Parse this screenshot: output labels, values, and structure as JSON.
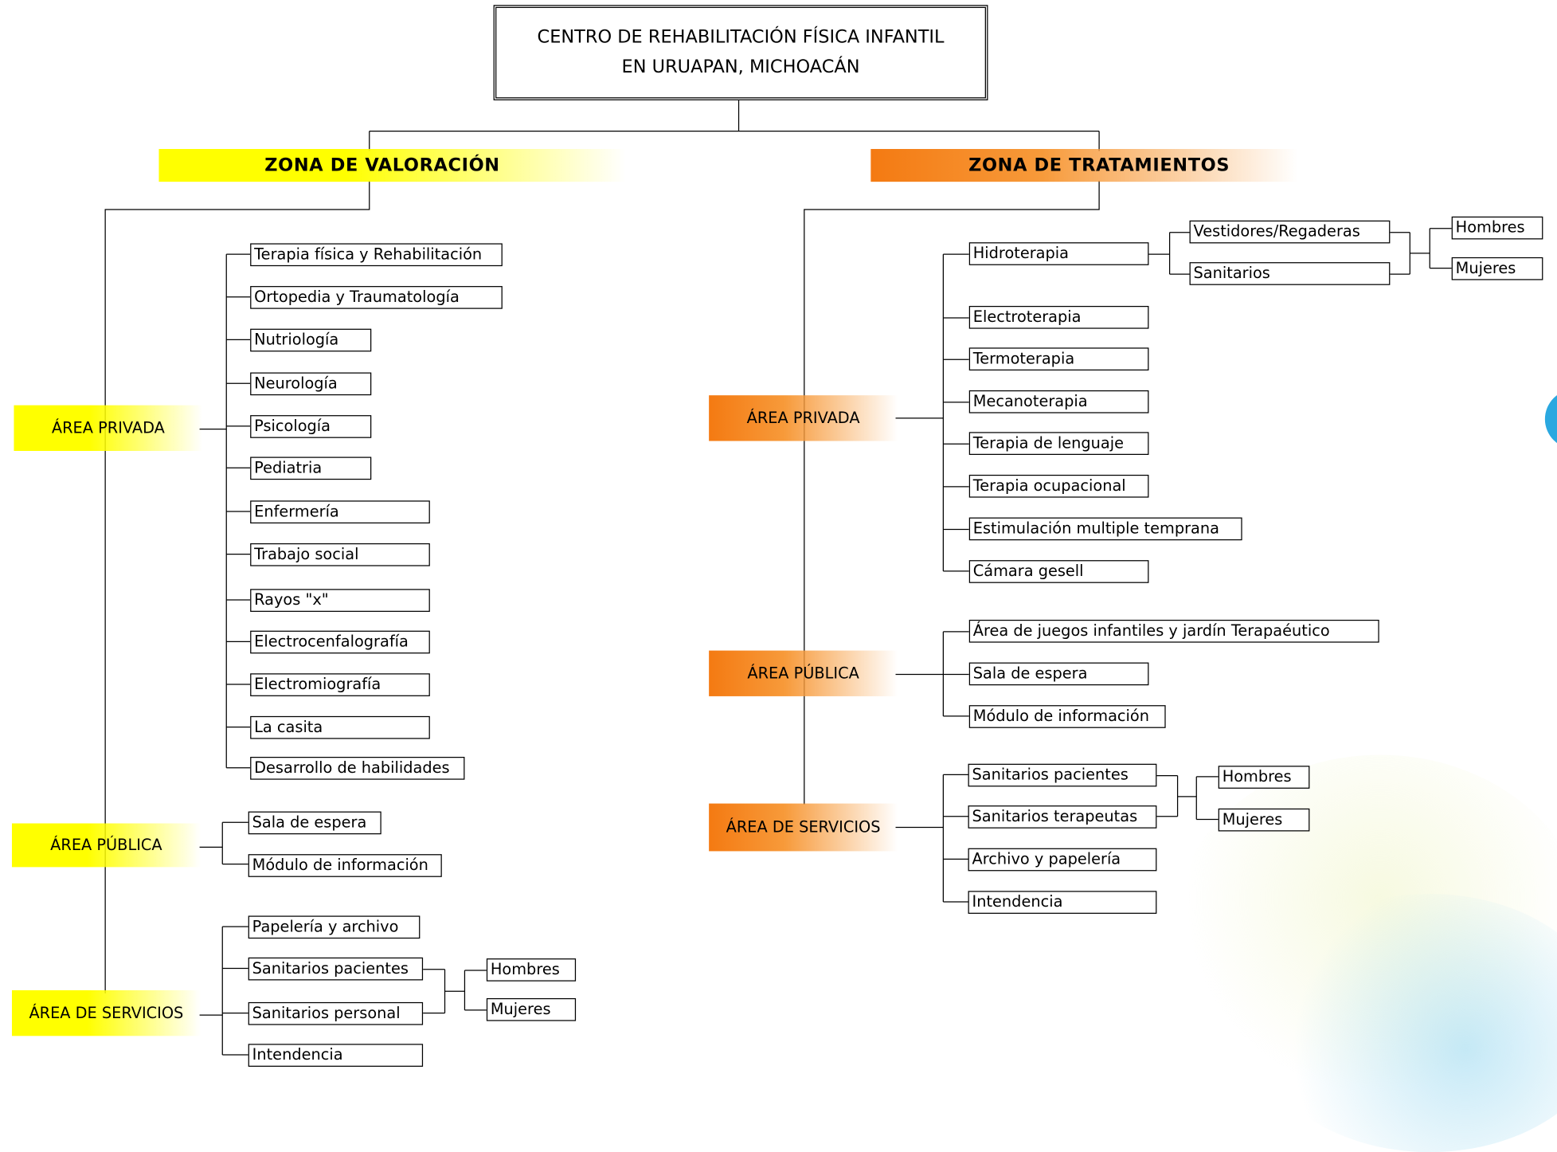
{
  "title": {
    "line1": "CENTRO DE REHABILITACIÓN FÍSICA INFANTIL",
    "line2": "EN URUAPAN, MICHOACÁN"
  },
  "colors": {
    "yellow": "#ffff00",
    "orange": "#f47a12",
    "line": "#000000"
  },
  "zona_valoracion": {
    "label": "ZONA DE VALORACIÓN",
    "area_privada": {
      "label": "ÁREA PRIVADA",
      "items": [
        "Terapia física y Rehabilitación",
        "Ortopedia y Traumatología",
        "Nutriología",
        "Neurología",
        "Psicología",
        "Pediatria",
        "Enfermería",
        "Trabajo social",
        "Rayos \"x\"",
        "Electrocenfalografía",
        "Electromiografía",
        "La casita",
        "Desarrollo de habilidades"
      ]
    },
    "area_publica": {
      "label": "ÁREA PÚBLICA",
      "items": [
        "Sala de espera",
        "Módulo de información"
      ]
    },
    "area_servicios": {
      "label": "ÁREA DE SERVICIOS",
      "items": [
        "Papelería y archivo",
        "Sanitarios pacientes",
        "Sanitarios personal",
        "Intendencia"
      ],
      "sub": [
        "Hombres",
        "Mujeres"
      ]
    }
  },
  "zona_tratamientos": {
    "label": "ZONA DE TRATAMIENTOS",
    "area_privada": {
      "label": "ÁREA PRIVADA",
      "items": [
        "Hidroterapia",
        "Electroterapia",
        "Termoterapia",
        "Mecanoterapia",
        "Terapia de lenguaje",
        "Terapia ocupacional",
        "Estimulación multiple temprana",
        "Cámara gesell"
      ],
      "hidro_sub": [
        "Vestidores/Regaderas",
        "Sanitarios"
      ],
      "hidro_sub2": [
        "Hombres",
        "Mujeres"
      ]
    },
    "area_publica": {
      "label": "ÁREA PÚBLICA",
      "items": [
        "Área de juegos infantiles y jardín Terapaéutico",
        "Sala de espera",
        "Módulo de información"
      ]
    },
    "area_servicios": {
      "label": "ÁREA DE SERVICIOS",
      "items": [
        "Sanitarios pacientes",
        "Sanitarios terapeutas",
        "Archivo y papelería",
        "Intendencia"
      ],
      "sub": [
        "Hombres",
        "Mujeres"
      ]
    }
  }
}
